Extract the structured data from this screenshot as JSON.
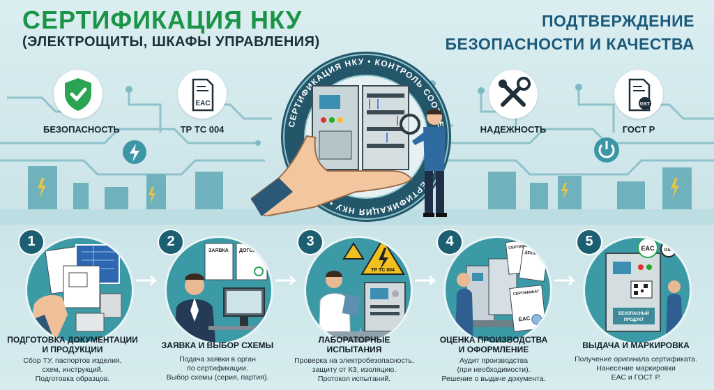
{
  "header": {
    "title": "СЕРТИФИКАЦИЯ НКУ",
    "subtitle": "(ЭЛЕКТРОЩИТЫ, ШКАФЫ УПРАВЛЕНИЯ)",
    "right_title_line1": "ПОДТВЕРЖДЕНИЕ",
    "right_title_line2": "БЕЗОПАСНОСТИ И КАЧЕСТВА"
  },
  "seal": {
    "ring_text": "СЕРТИФИКАЦИЯ НКУ • КОНТРОЛЬ СООТВЕТСТВИЯ • СЕРТИФИКАЦИЯ НКУ •"
  },
  "badges": [
    {
      "label": "БЕЗОПАСНОСТЬ",
      "icon": "shield-check-icon"
    },
    {
      "label": "ТР ТС 004",
      "icon": "eac-document-icon",
      "doc_text": "EAC"
    },
    {
      "label": "НАДЕЖНОСТЬ",
      "icon": "wrench-screwdriver-icon"
    },
    {
      "label": "ГОСТ Р",
      "icon": "gost-document-icon",
      "doc_text": "GST"
    }
  ],
  "steps": [
    {
      "num": "1",
      "title_line1": "ПОДГОТОВКА ДОКУМЕНТАЦИИ",
      "title_line2": "И ПРОДУКЦИИ",
      "desc": [
        "Сбор ТУ, паспортов изделия,",
        "схем, инструкций.",
        "Подготовка образцов."
      ]
    },
    {
      "num": "2",
      "title_line1": "ЗАЯВКА И ВЫБОР СХЕМЫ",
      "title_line2": "",
      "desc": [
        "Подача заявки в орган",
        "по сертификации.",
        "Выбор схемы (серия, партия)."
      ],
      "doc1": "ЗАЯВКА",
      "doc2": "ДОГОВОР"
    },
    {
      "num": "3",
      "title_line1": "ЛАБОРАТОРНЫЕ",
      "title_line2": "ИСПЫТАНИЯ",
      "desc": [
        "Проверка на электробезопасность,",
        "защиту от КЗ, изоляцию.",
        "Протокол испытаний."
      ],
      "sign": "ТР ТС 004"
    },
    {
      "num": "4",
      "title_line1": "ОЦЕНКА ПРОИЗВОДСТВА",
      "title_line2": "И ОФОРМЛЕНИЕ",
      "desc": [
        "Аудит производства",
        "(при необходимости).",
        "Решение о выдаче документа."
      ],
      "doc1": "СЕРТИФИКАТ",
      "doc2": "ДЕКЛАРАЦИЯ",
      "doc3": "СЕРТИФИКАТ",
      "doc3_mark": "EAC"
    },
    {
      "num": "5",
      "title_line1": "ВЫДАЧА И МАРКИРОВКА",
      "title_line2": "",
      "desc": [
        "Получение оригинала сертификата.",
        "Нанесение маркировки",
        "ЕАС и ГОСТ Р."
      ],
      "cabinet_label_line1": "БЕЗОПАСНЫЙ",
      "cabinet_label_line2": "ПРОДУКТ",
      "mark1": "EAC",
      "mark2": "GST"
    }
  ]
}
